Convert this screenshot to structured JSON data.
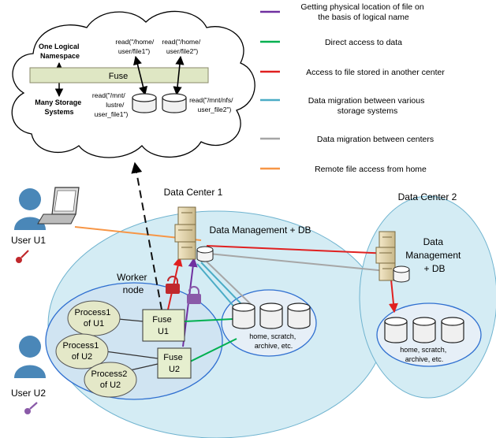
{
  "legend": [
    {
      "label_lines": [
        "Getting physical location of file on",
        "the basis of logical name"
      ],
      "color": "#7030a0"
    },
    {
      "label_lines": [
        "Direct access to data"
      ],
      "color": "#00b050"
    },
    {
      "label_lines": [
        "Access to file stored in another center"
      ],
      "color": "#e02020"
    },
    {
      "label_lines": [
        "Data migration between various",
        "storage systems"
      ],
      "color": "#4bacc6"
    },
    {
      "label_lines": [
        "Data migration between centers"
      ],
      "color": "#a6a6a6"
    },
    {
      "label_lines": [
        "Remote file access from home"
      ],
      "color": "#f79646"
    }
  ],
  "cloud": {
    "namespace_lines": [
      "One Logical",
      "Namespace"
    ],
    "storage_lines": [
      "Many Storage",
      "Systems"
    ],
    "fuse_label": "Fuse",
    "read_home_file1": [
      "read(\"/home/",
      "user/file1\")"
    ],
    "read_home_file2": [
      "read(\"/home/",
      "user/file2\")"
    ],
    "read_lustre": [
      "read(\"/mnt/",
      "lustre/",
      "user_file1\")"
    ],
    "read_nfs": [
      "read(\"/mnt/nfs/",
      "user_file2\")"
    ]
  },
  "dc1": {
    "title": "Data Center 1",
    "dm_label": "Data Management + DB",
    "worker_lines": [
      "Worker",
      "node"
    ],
    "process_u1": [
      "Process1",
      "of U1"
    ],
    "process1_u2": [
      "Process1",
      "of U2"
    ],
    "process2_u2": [
      "Process2",
      "of U2"
    ],
    "fuse_u1": [
      "Fuse",
      "U1"
    ],
    "fuse_u2": [
      "Fuse",
      "U2"
    ],
    "storage_lines": [
      "home, scratch,",
      "archive, etc."
    ]
  },
  "dc2": {
    "title": "Data Center 2",
    "dm_lines": [
      "Data",
      "Management",
      "+ DB"
    ],
    "storage_lines": [
      "home, scratch,",
      "archive, etc."
    ]
  },
  "users": {
    "u1": "User U1",
    "u2": "User U2"
  },
  "colors": {
    "region_fill": "#d4ecf4",
    "region_stroke": "#6fb3cf",
    "ellipse_fill": "#e6eed6",
    "process_fill": "#e4e8c8",
    "fuse_fill": "#e6efcf",
    "user_body": "#4a87b8",
    "key_red": "#c0282c",
    "key_purple": "#8a5aa8"
  }
}
